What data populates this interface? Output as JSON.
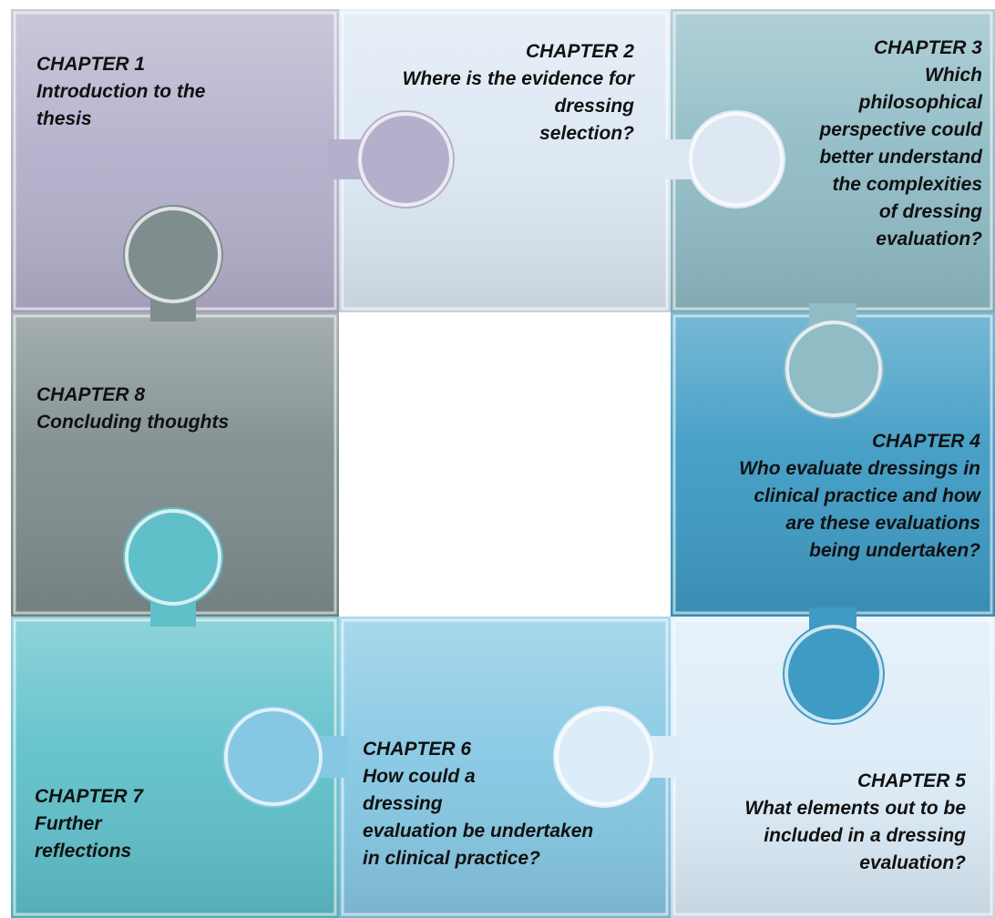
{
  "pieces": [
    {
      "id": "ch1",
      "color": "#b4b0cc",
      "lines": [
        "CHAPTER 1",
        "Introduction to the",
        "thesis"
      ]
    },
    {
      "id": "ch2",
      "color": "#dde8f3",
      "lines": [
        "CHAPTER 2",
        "Where is the evidence for",
        "dressing",
        "selection?"
      ]
    },
    {
      "id": "ch3",
      "color": "#90bcc6",
      "lines": [
        "CHAPTER 3",
        "Which",
        "philosophical",
        "perspective could",
        "better understand",
        "the complexities",
        "of dressing",
        "evaluation?"
      ]
    },
    {
      "id": "ch4",
      "color": "#3e9bc4",
      "lines": [
        "CHAPTER 4",
        "Who evaluate dressings in",
        "clinical practice and how",
        "are these evaluations",
        "being undertaken?"
      ]
    },
    {
      "id": "ch5",
      "color": "#dcecf8",
      "lines": [
        "CHAPTER 5",
        "What elements out to be",
        "included in a dressing",
        "evaluation?"
      ]
    },
    {
      "id": "ch6",
      "color": "#86c8e4",
      "lines": [
        "CHAPTER 6",
        "How could a",
        "dressing",
        "evaluation be undertaken",
        "in clinical practice?"
      ]
    },
    {
      "id": "ch7",
      "color": "#5fc0ca",
      "lines": [
        "CHAPTER 7",
        "Further",
        "reflections"
      ]
    },
    {
      "id": "ch8",
      "color": "#7f8d8f",
      "lines": [
        "CHAPTER 8",
        "Concluding thoughts"
      ]
    }
  ]
}
